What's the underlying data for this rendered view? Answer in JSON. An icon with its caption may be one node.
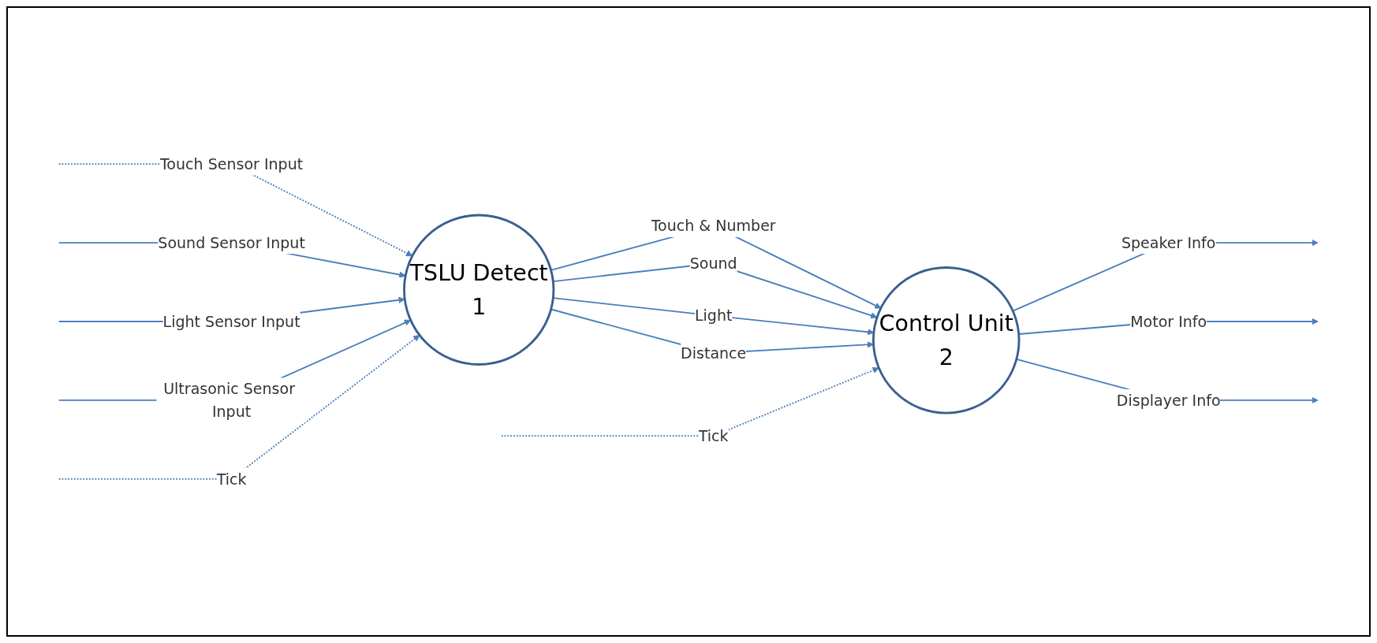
{
  "diagram": {
    "nodes": [
      {
        "text": [
          "TSLU Detect",
          "1"
        ]
      },
      {
        "text": [
          "Control Unit",
          "2"
        ]
      }
    ],
    "edges": [
      {
        "from": null,
        "to": 0,
        "arrow": "to",
        "label": "Touch Sensor Input",
        "style": "dashed"
      },
      {
        "from": null,
        "to": 0,
        "arrow": "to",
        "label": "Sound Sensor Input"
      },
      {
        "from": null,
        "to": 0,
        "arrow": "to",
        "label": "Light Sensor Input"
      },
      {
        "from": null,
        "to": 0,
        "arrow": "to",
        "label": "Ultrasonic Sensor Input"
      },
      {
        "from": null,
        "to": 0,
        "arrow": "to",
        "label": "Tick",
        "style": "dashed"
      },
      {
        "from": 0,
        "to": 1,
        "arrow": "to",
        "label": "Touch & Number"
      },
      {
        "from": 0,
        "to": 1,
        "arrow": "to",
        "label": "Sound"
      },
      {
        "from": 0,
        "to": 1,
        "arrow": "to",
        "label": "Light"
      },
      {
        "from": 0,
        "to": 1,
        "arrow": "to",
        "label": "Distance"
      },
      {
        "from": null,
        "to": 1,
        "arrow": "to",
        "label": "Tick",
        "style": "dashed"
      },
      {
        "from": 1,
        "to": null,
        "arrow": "to",
        "label": "Speaker Info"
      },
      {
        "from": 1,
        "to": null,
        "arrow": "to",
        "label": "Motor Info"
      },
      {
        "from": 1,
        "to": null,
        "arrow": "to",
        "label": "Displayer Info"
      }
    ]
  }
}
